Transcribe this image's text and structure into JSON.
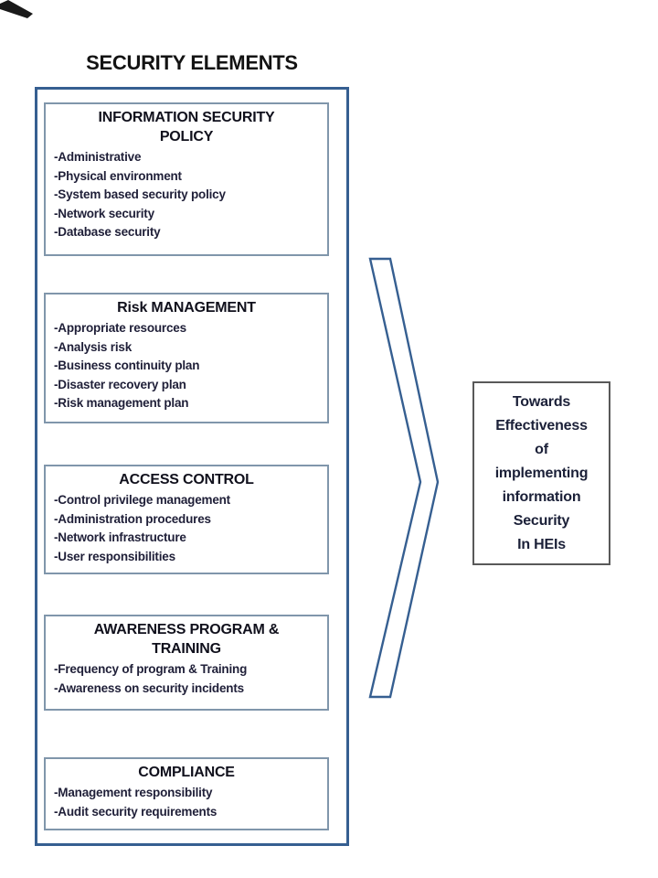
{
  "title": "SECURITY ELEMENTS",
  "sections": [
    {
      "heading_lines": [
        "INFORMATION SECURITY",
        "POLICY"
      ],
      "items": [
        "-Administrative",
        "-Physical environment",
        "-System based security policy",
        "-Network security",
        "-Database security"
      ]
    },
    {
      "heading_lines": [
        "Risk MANAGEMENT"
      ],
      "items": [
        "-Appropriate resources",
        "-Analysis risk",
        "-Business continuity plan",
        "-Disaster recovery plan",
        "-Risk management plan"
      ]
    },
    {
      "heading_lines": [
        "ACCESS CONTROL"
      ],
      "items": [
        "-Control privilege management",
        "-Administration procedures",
        "-Network infrastructure",
        "-User responsibilities"
      ]
    },
    {
      "heading_lines": [
        "AWARENESS PROGRAM &",
        "TRAINING"
      ],
      "items": [
        "-Frequency of program & Training",
        "-Awareness on security incidents"
      ]
    },
    {
      "heading_lines": [
        "COMPLIANCE"
      ],
      "items": [
        "-Management responsibility",
        "-Audit security requirements"
      ]
    }
  ],
  "arrow": {
    "icon": "right-chevron-icon"
  },
  "outcome": {
    "lines": [
      "Towards",
      "Effectiveness",
      "of",
      "implementing",
      "information",
      "Security",
      "In HEIs"
    ]
  },
  "colors": {
    "outer_border": "#365f91",
    "inner_border": "#8096ab",
    "chevron_border": "#365f91",
    "outcome_border": "#595959",
    "title_text": "#131313",
    "heading_text": "#10101c",
    "item_text": "#1f1f38",
    "outcome_text": "#1b2038"
  }
}
